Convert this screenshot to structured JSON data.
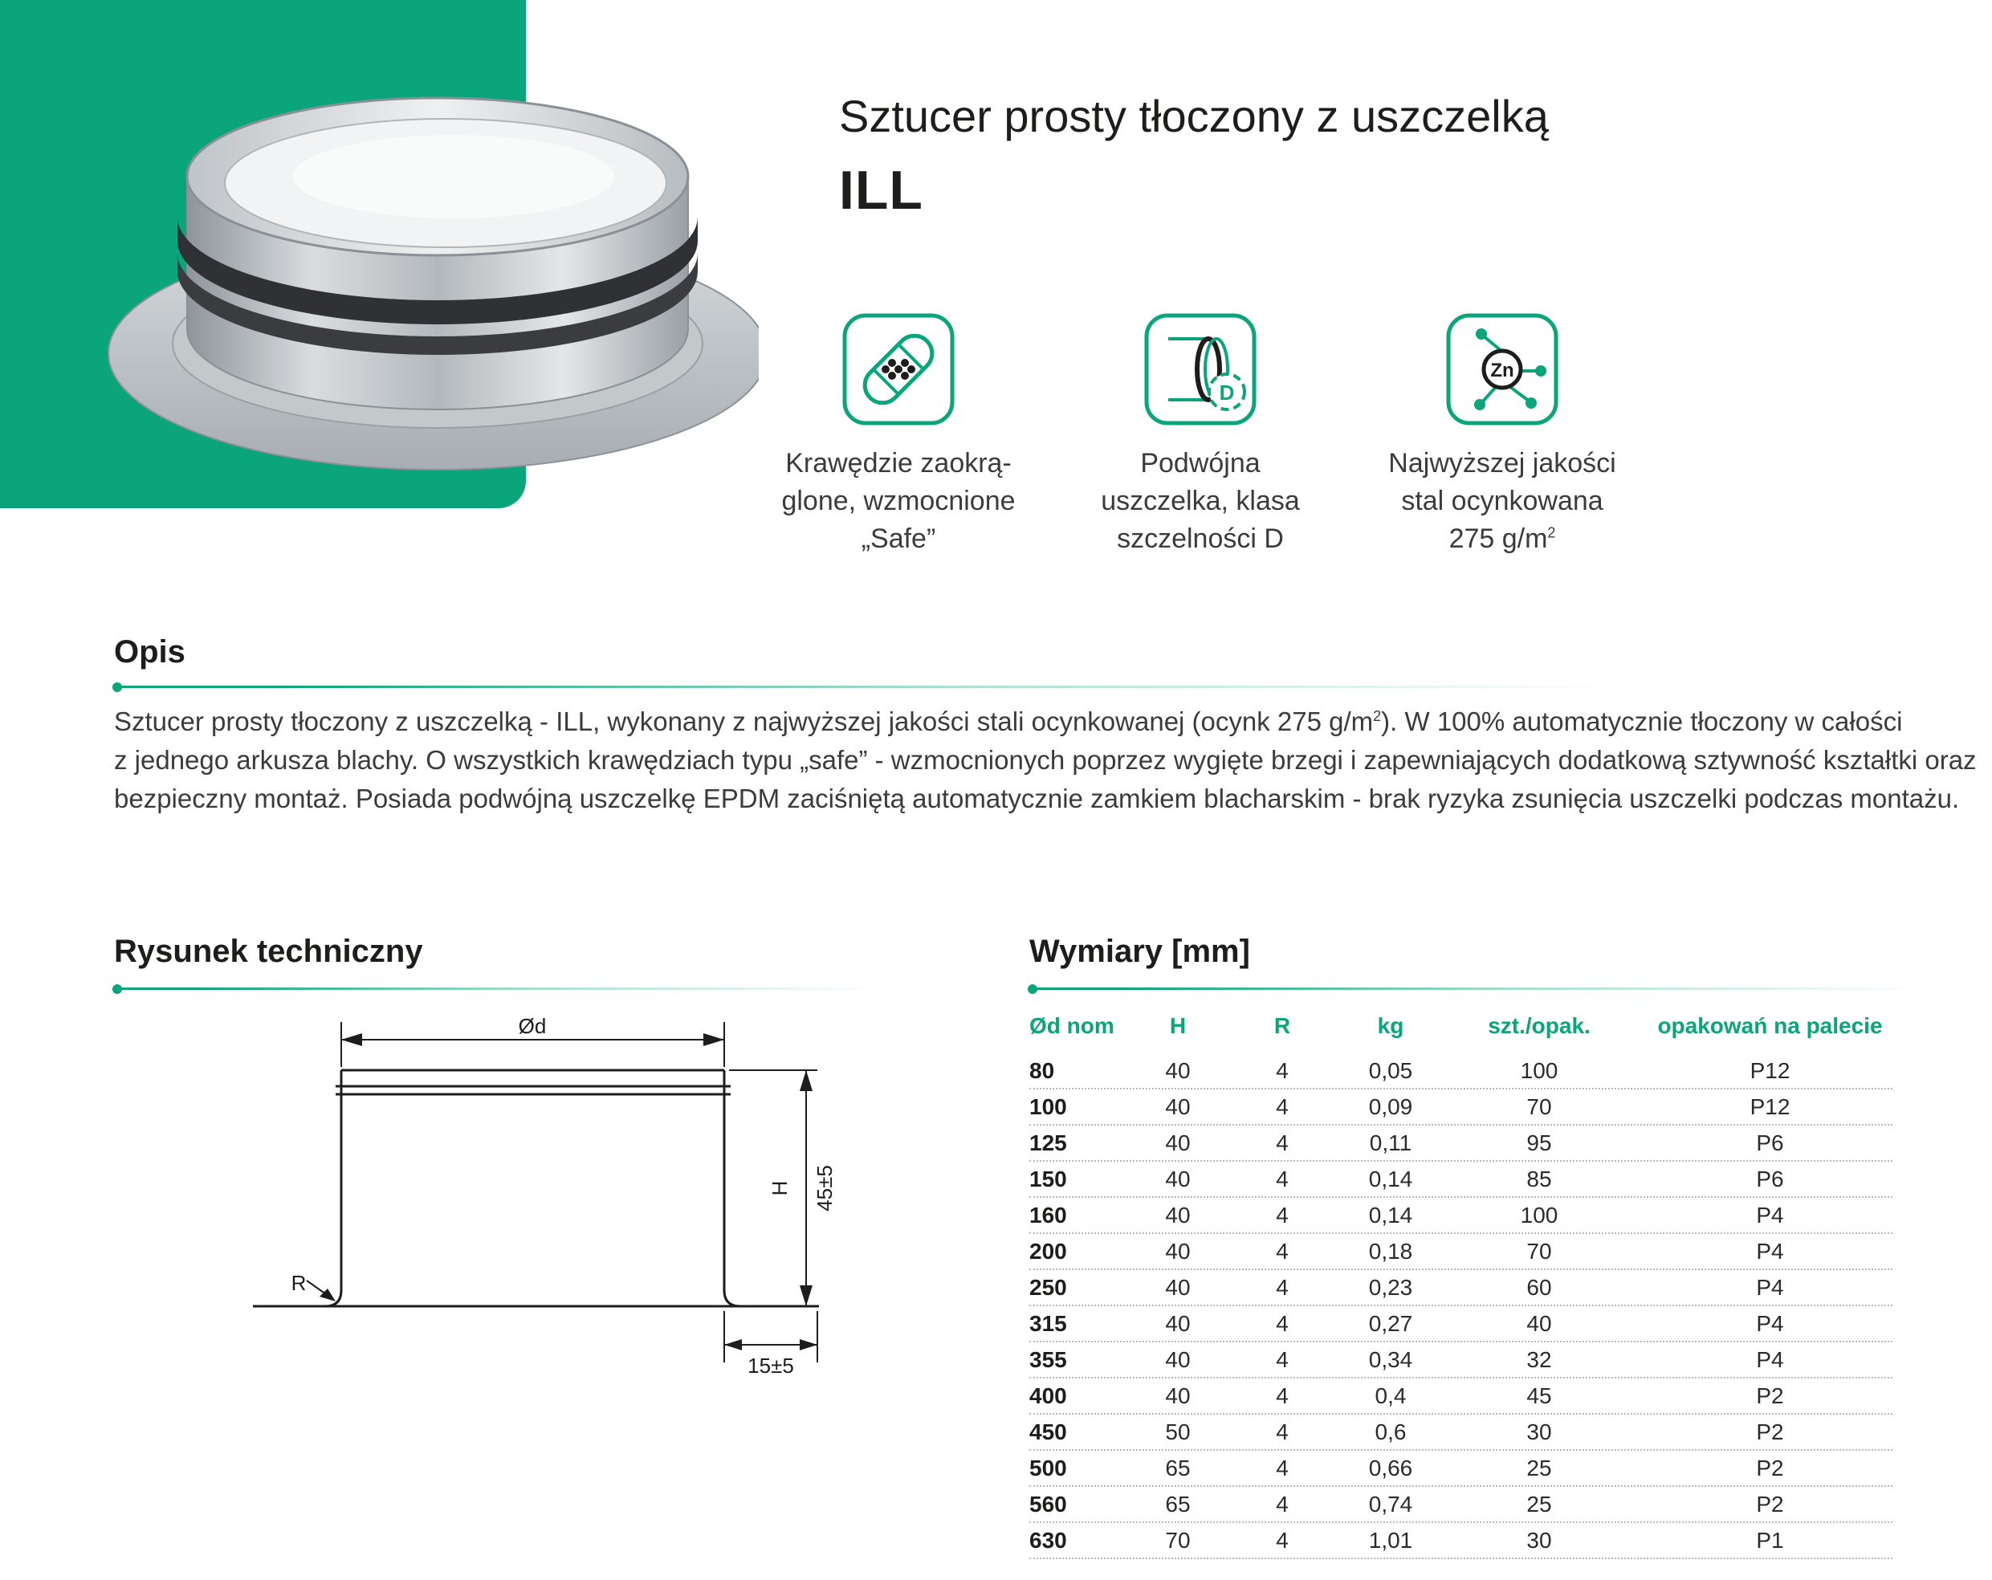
{
  "header": {
    "title": "Sztucer prosty tłoczony z uszczelką",
    "model": "ILL"
  },
  "colors": {
    "accent": "#0aa57a",
    "text": "#1d1d1b",
    "muted": "#3b3b3b"
  },
  "features": [
    {
      "icon": "bandage-icon",
      "lines": [
        "Krawędzie zaokrą-",
        "glone, wzmocnione",
        "„Safe”"
      ]
    },
    {
      "icon": "double-seal-d-icon",
      "lines": [
        "Podwójna",
        "uszczelka, klasa",
        "szczelności D"
      ]
    },
    {
      "icon": "zinc-molecule-icon",
      "lines": [
        "Najwyższej jakości",
        "stal ocynkowana"
      ],
      "last_line": {
        "text": "275 g/m",
        "sup": "2"
      }
    }
  ],
  "icon_texts": {
    "zinc": "Zn",
    "seal_class": "D"
  },
  "description": {
    "heading": "Opis",
    "line1_a": "Sztucer prosty tłoczony z uszczelką - ILL, wykonany z najwyższej jakości stali ocynkowanej (ocynk 275 g/m",
    "line1_sup": "2",
    "line1_b": "). W 100% automatycznie tłoczony w całości",
    "line2": "z jednego arkusza blachy. O wszystkich krawędziach typu „safe” - wzmocnionych poprzez wygięte brzegi i zapewniających dodatkową sztywność kształtki oraz",
    "line3": "bezpieczny montaż. Posiada podwójną uszczelkę EPDM zaciśniętą automatycznie zamkiem blacharskim - brak ryzyka zsunięcia uszczelki podczas montażu."
  },
  "drawing": {
    "heading": "Rysunek techniczny",
    "labels": {
      "diameter": "Ød",
      "height": "H",
      "height_value": "45±5",
      "radius": "R",
      "flange": "15±5"
    }
  },
  "dimensions": {
    "heading": "Wymiary [mm]",
    "columns": [
      "Ød nom",
      "H",
      "R",
      "kg",
      "szt./opak.",
      "opakowań na palecie"
    ],
    "rows": [
      [
        "80",
        "40",
        "4",
        "0,05",
        "100",
        "P12"
      ],
      [
        "100",
        "40",
        "4",
        "0,09",
        "70",
        "P12"
      ],
      [
        "125",
        "40",
        "4",
        "0,11",
        "95",
        "P6"
      ],
      [
        "150",
        "40",
        "4",
        "0,14",
        "85",
        "P6"
      ],
      [
        "160",
        "40",
        "4",
        "0,14",
        "100",
        "P4"
      ],
      [
        "200",
        "40",
        "4",
        "0,18",
        "70",
        "P4"
      ],
      [
        "250",
        "40",
        "4",
        "0,23",
        "60",
        "P4"
      ],
      [
        "315",
        "40",
        "4",
        "0,27",
        "40",
        "P4"
      ],
      [
        "355",
        "40",
        "4",
        "0,34",
        "32",
        "P4"
      ],
      [
        "400",
        "40",
        "4",
        "0,4",
        "45",
        "P2"
      ],
      [
        "450",
        "50",
        "4",
        "0,6",
        "30",
        "P2"
      ],
      [
        "500",
        "65",
        "4",
        "0,66",
        "25",
        "P2"
      ],
      [
        "560",
        "65",
        "4",
        "0,74",
        "25",
        "P2"
      ],
      [
        "630",
        "70",
        "4",
        "1,01",
        "30",
        "P1"
      ]
    ]
  }
}
